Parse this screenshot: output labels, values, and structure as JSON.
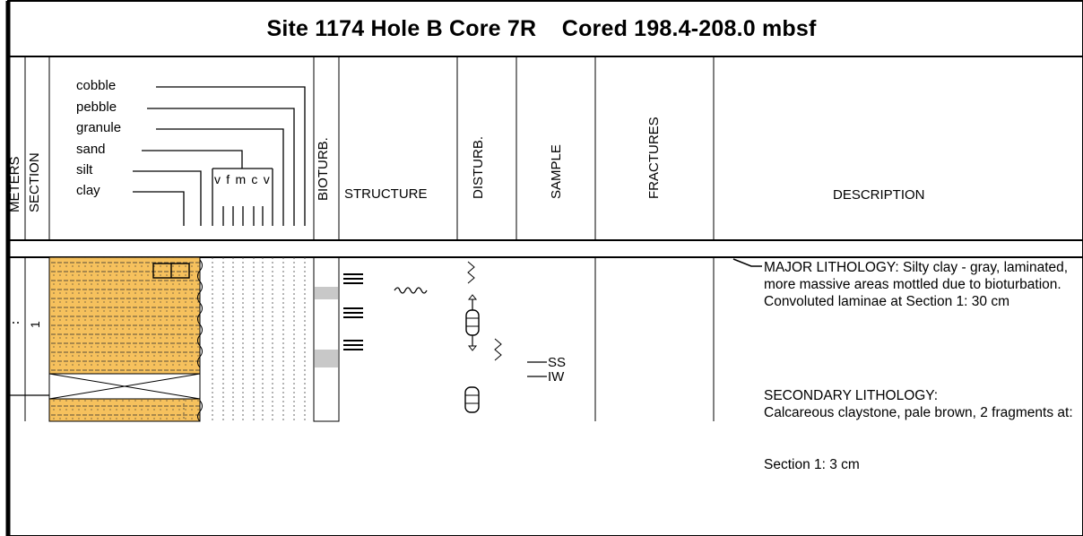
{
  "title": "Site 1174 Hole B Core 7R    Cored 198.4-208.0 mbsf",
  "columns": {
    "meters": "METERS",
    "section": "SECTION",
    "bioturb": "BIOTURB.",
    "structure": "STRUCTURE",
    "disturb": "DISTURB.",
    "sample": "SAMPLE",
    "fractures": "FRACTURES",
    "description": "DESCRIPTION"
  },
  "grain_size": {
    "labels": [
      "cobble",
      "pebble",
      "granule",
      "sand",
      "silt",
      "clay"
    ],
    "sand_subdivisions": "v f m c v"
  },
  "section_label": "1",
  "samples": [
    "SS",
    "IW"
  ],
  "description": {
    "major": "MAJOR LITHOLOGY: Silty clay - gray, laminated, more massive areas mottled due to bioturbation. Convoluted laminae at Section 1: 30 cm",
    "secondary_title": "SECONDARY LITHOLOGY:",
    "secondary_text": "Calcareous claystone, pale brown, 2 fragments at:",
    "section_note": "Section 1: 3 cm"
  },
  "colors": {
    "lithology_fill": "#f6c15d",
    "bioturbation_fill": "#c8c8c8"
  }
}
